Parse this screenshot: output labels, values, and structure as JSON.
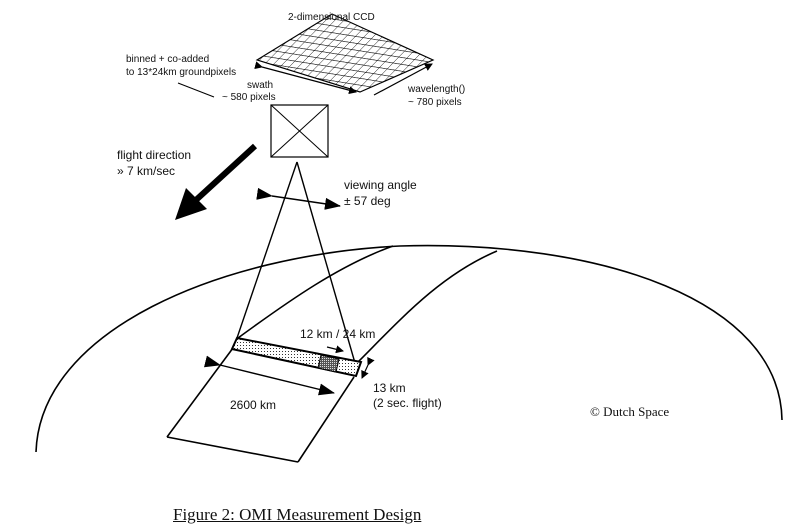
{
  "ccd": {
    "title": "2-dimensional CCD",
    "binned_line1": "binned + co-added",
    "binned_line2": "to 13*24km groundpixels",
    "swath_line1": "swath",
    "swath_line2": "~ 580 pixels",
    "wavelength_line1": "wavelength()",
    "wavelength_line2": "~ 780  pixels"
  },
  "flight": {
    "line1": "flight direction",
    "line2": "» 7 km/sec"
  },
  "viewing": {
    "line1": "viewing angle",
    "line2": "±  57 deg"
  },
  "ground": {
    "pixel_size": "12 km / 24 km",
    "swath_width": "2600 km",
    "along_line1": "13 km",
    "along_line2": "(2 sec. flight)"
  },
  "copyright": "© Dutch Space",
  "caption": "Figure 2: OMI Measurement Design"
}
